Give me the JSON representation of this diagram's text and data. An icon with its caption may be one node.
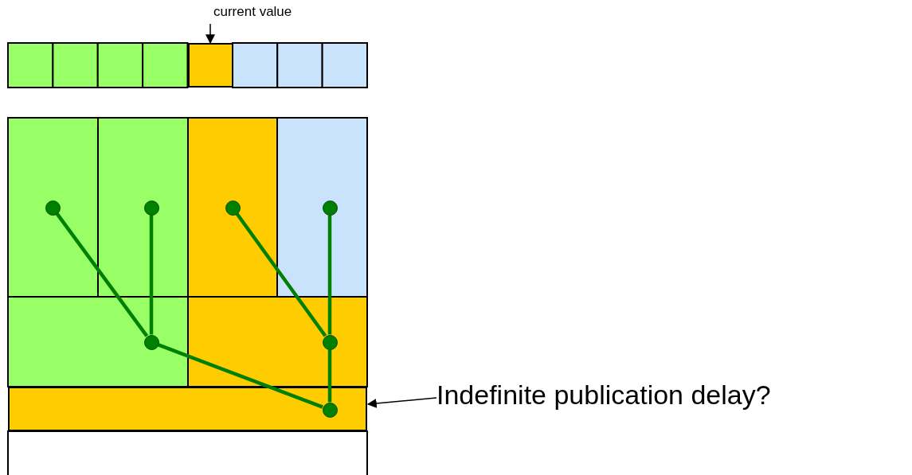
{
  "diagram": {
    "nodes": [
      {
        "text": [
          "current value"
        ]
      },
      {
        "text": [],
        "shape": "box"
      },
      {
        "text": [],
        "shape": "circle"
      },
      {
        "text": [],
        "shape": "circle"
      },
      {
        "text": [],
        "shape": "circle"
      },
      {
        "text": [],
        "shape": "circle"
      },
      {
        "text": [],
        "shape": "circle"
      },
      {
        "text": [],
        "shape": "circle"
      },
      {
        "text": [],
        "shape": "bar"
      },
      {
        "text": [],
        "shape": "circle",
        "in": 8
      },
      {
        "text": [
          "Indefinite publication delay?"
        ]
      }
    ],
    "edges": [
      {
        "from": 0,
        "to": 1,
        "arrow": "to",
        "color": "#000000"
      },
      {
        "from": 2,
        "to": 6,
        "arrow": "none"
      },
      {
        "from": 3,
        "to": 6,
        "arrow": "none"
      },
      {
        "from": 4,
        "to": 7,
        "arrow": "none"
      },
      {
        "from": 5,
        "to": 7,
        "arrow": "none"
      },
      {
        "from": 6,
        "to": 9,
        "arrow": "none"
      },
      {
        "from": 7,
        "to": 9,
        "arrow": "none"
      },
      {
        "from": 10,
        "to": 8,
        "arrow": "to",
        "color": "#000000"
      }
    ]
  }
}
